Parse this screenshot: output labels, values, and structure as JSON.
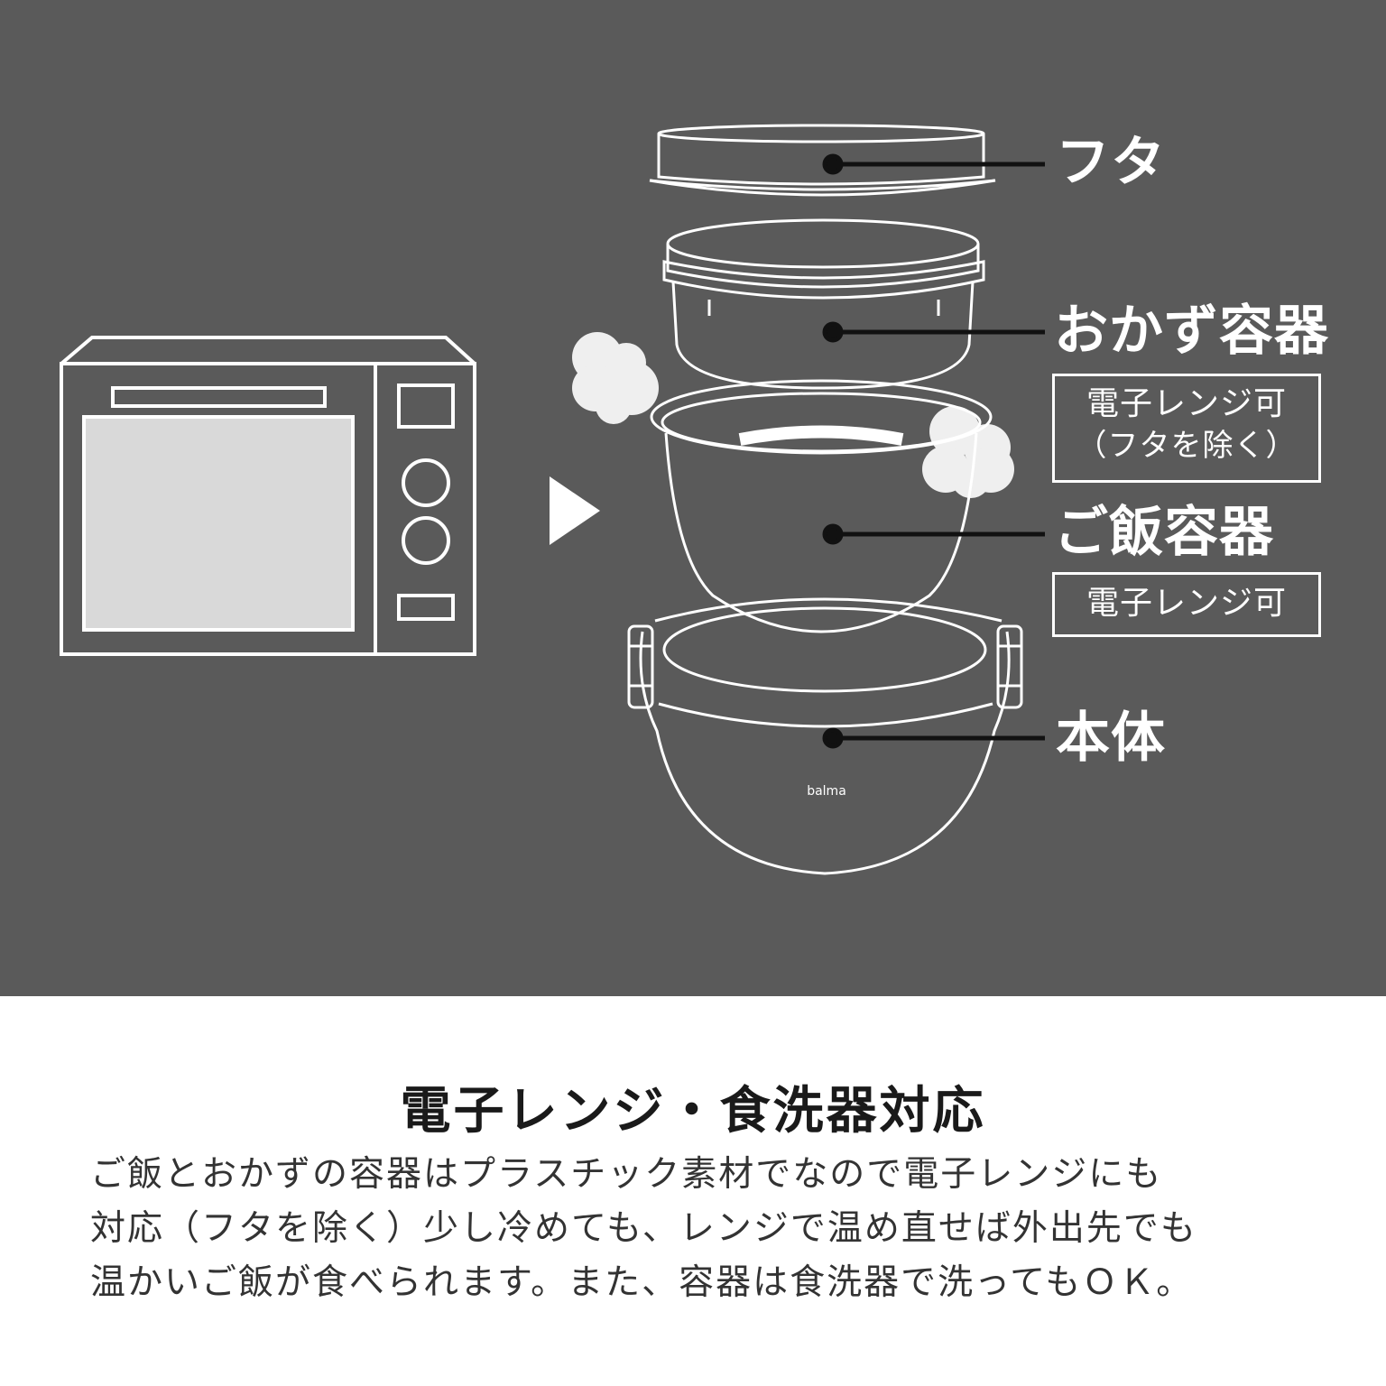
{
  "parts": {
    "lid": "フタ",
    "side_dish": "おかず容器",
    "side_dish_badge_line1": "電子レンジ可",
    "side_dish_badge_line2": "（フタを除く）",
    "rice": "ご飯容器",
    "rice_badge": "電子レンジ可",
    "body": "本体"
  },
  "brand_mark": "balma",
  "caption": {
    "heading": "電子レンジ・食洗器対応",
    "lines": [
      "ご飯とおかずの容器はプラスチック素材でなので電子レンジにも",
      "対応（フタを除く）少し冷めても、レンジで温め直せば外出先でも",
      "温かいご飯が食べられます。また、容器は食洗器で洗ってもＯＫ。"
    ]
  },
  "colors": {
    "background_dark": "#5a5a5a",
    "line_white": "#ffffff",
    "leader_black": "#111111",
    "text_dark": "#1a1a1a"
  }
}
